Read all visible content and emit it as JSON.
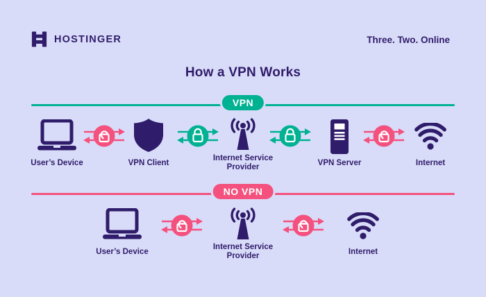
{
  "colors": {
    "background": "#d9dcf9",
    "brand_dark_purple": "#2f1c6a",
    "encrypted_green": "#00b192",
    "unencrypted_pink": "#f4517e",
    "white": "#ffffff"
  },
  "header": {
    "brand": "HOSTINGER",
    "tagline": "Three. Two. Online"
  },
  "title": "How a VPN Works",
  "vpn_section": {
    "badge": "VPN",
    "nodes": {
      "device": "User’s Device",
      "client": "VPN Client",
      "isp": "Internet Service Provider",
      "server": "VPN Server",
      "internet": "Internet"
    },
    "links": [
      "unencrypted-open-lock",
      "encrypted-closed-lock",
      "encrypted-closed-lock",
      "unencrypted-open-lock"
    ]
  },
  "no_vpn_section": {
    "badge": "NO VPN",
    "nodes": {
      "device": "User’s Device",
      "isp": "Internet Service Provider",
      "internet": "Internet"
    },
    "links": [
      "unencrypted-open-lock",
      "unencrypted-open-lock"
    ]
  },
  "icons": {
    "logo": "hostinger-h-logo-icon",
    "device": "laptop-icon",
    "client": "shield-icon",
    "isp": "broadcast-tower-icon",
    "server": "server-icon",
    "internet": "wifi-icon",
    "encrypted": "closed-padlock-arrows-icon",
    "unencrypted": "open-padlock-arrows-icon"
  }
}
